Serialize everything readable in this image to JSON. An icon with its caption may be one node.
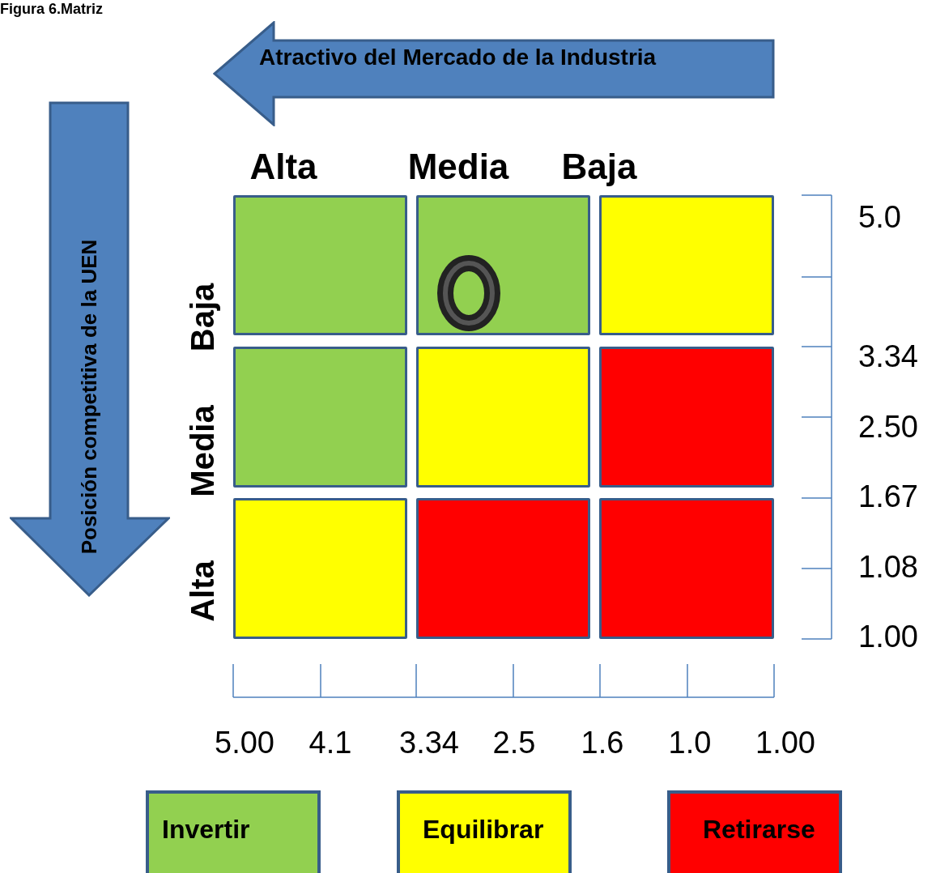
{
  "diagram": {
    "title": "Figura 6.Matriz",
    "nodes": [
      {
        "text": [
          "Atractivo del Mercado de la Industria"
        ]
      },
      {
        "text": [
          "Posición competitiva de la UEN"
        ]
      },
      {
        "text": [],
        "shape": "box"
      },
      {
        "text": [],
        "shape": "box"
      },
      {
        "text": [],
        "shape": "box"
      },
      {
        "text": [],
        "shape": "box"
      },
      {
        "text": [],
        "shape": "box"
      },
      {
        "text": [],
        "shape": "box"
      },
      {
        "text": [],
        "shape": "box"
      },
      {
        "text": [],
        "shape": "box"
      },
      {
        "text": [],
        "shape": "box"
      },
      {
        "text": [],
        "shape": "circle",
        "in": 3
      }
    ],
    "edges": [],
    "labels": [
      "Alta",
      "Media",
      "Baja",
      "Baja",
      "Media",
      "Alta",
      "5.0",
      "3.34",
      "2.50",
      "1.67",
      "1.08",
      "1.00",
      "5.00",
      "4.1",
      "3.34",
      "2.5",
      "1.6",
      "1.0",
      "1.00"
    ],
    "legend": [
      {
        "text": "Invertir",
        "color": "#92d050"
      },
      {
        "text": "Equilibrar",
        "color": "#ffff00"
      },
      {
        "text": "Retirarse",
        "color": "#ff0000"
      }
    ]
  }
}
